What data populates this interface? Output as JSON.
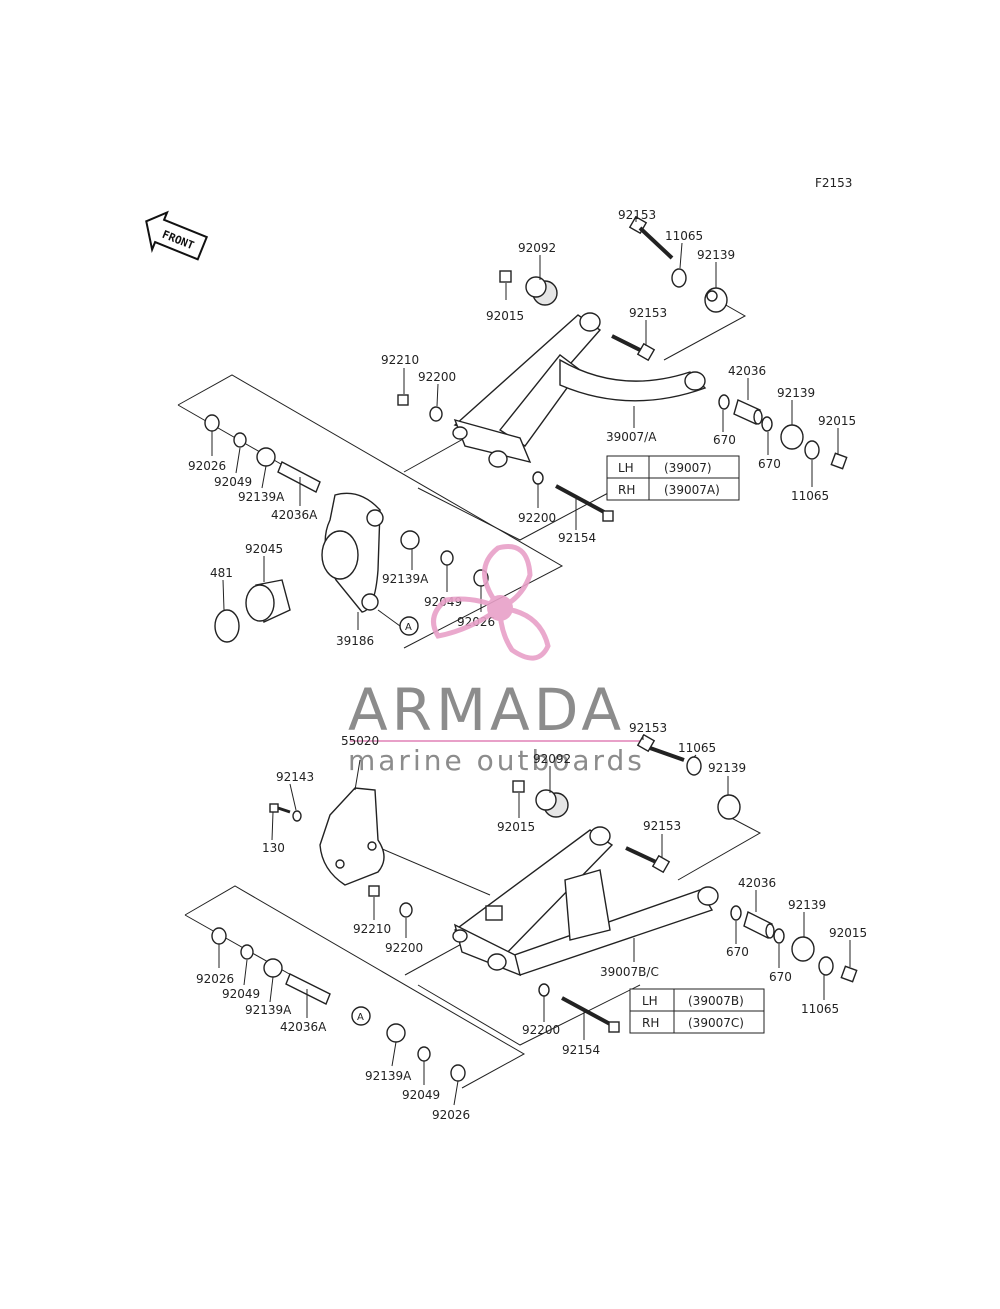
{
  "figure_id": "F2153",
  "front_label": "FRONT",
  "watermark": {
    "name": "ARMADA",
    "tagline": "marine outboards",
    "color": "#e8a0c8"
  },
  "upper": {
    "parts": {
      "bolt_a": "92153",
      "washer_a": "11065",
      "bush_a": "92139",
      "nut_a": "92015",
      "bush_rubber": "92092",
      "bolt_b": "92153",
      "nut_b": "92210",
      "washer_b": "92200",
      "collar": "42036",
      "oring_a": "670",
      "oring_b": "670",
      "bush_c": "92139",
      "nut_c": "92015",
      "washer_c": "11065",
      "arm": "39007/A",
      "washer_d": "92200",
      "bolt_c": "92154",
      "seal_a": "92026",
      "ring_a": "92049",
      "bush_d": "92139A",
      "collar_b": "42036A",
      "bearing": "92045",
      "circlip": "481",
      "housing": "39186",
      "bush_e": "92139A",
      "ring_b": "92049",
      "seal_b": "92026",
      "ref_a": "A"
    },
    "table": [
      {
        "side": "LH",
        "part": "(39007)"
      },
      {
        "side": "RH",
        "part": "(39007A)"
      }
    ]
  },
  "lower": {
    "parts": {
      "guard": "55020",
      "bolt_a": "92153",
      "washer_a": "11065",
      "bush_a": "92139",
      "bush_rubber": "92092",
      "nut_a": "92015",
      "collar_s": "92143",
      "bolt_s": "130",
      "bolt_b": "92153",
      "collar": "42036",
      "nut_b": "92210",
      "washer_b": "92200",
      "oring_a": "670",
      "oring_b": "670",
      "bush_c": "92139",
      "nut_c": "92015",
      "washer_c": "11065",
      "arm": "39007B/C",
      "seal_a": "92026",
      "ring_a": "92049",
      "bush_d": "92139A",
      "collar_b": "42036A",
      "ref_a": "A",
      "washer_d": "92200",
      "bolt_c": "92154",
      "bush_e": "92139A",
      "ring_b": "92049",
      "seal_b": "92026"
    },
    "table": [
      {
        "side": "LH",
        "part": "(39007B)"
      },
      {
        "side": "RH",
        "part": "(39007C)"
      }
    ]
  }
}
